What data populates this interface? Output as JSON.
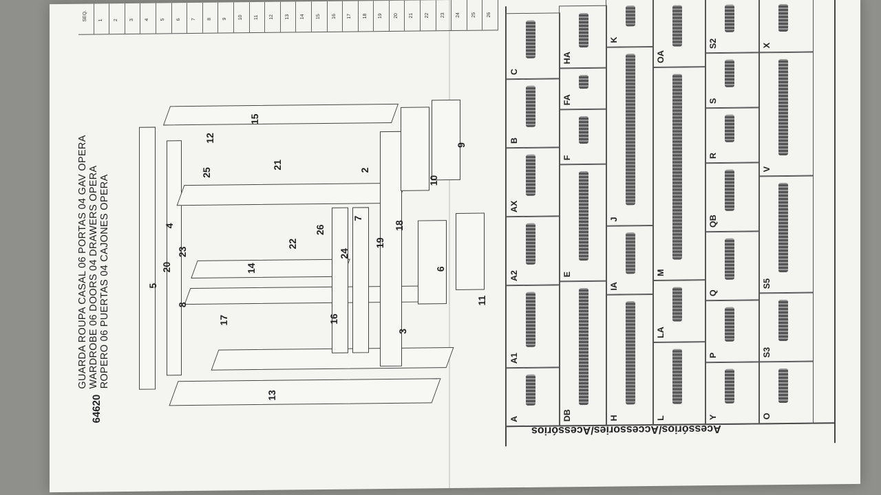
{
  "header": {
    "code": "64620",
    "title_lines": [
      "GUARDA ROUPA CASAL 06 PORTAS 04 GAV OPERA",
      "WARDROBE 06 DOORS 04 DRAWERS OPERA",
      "ROPERO 06 PUERTAS 04 CAJONES OPERA"
    ]
  },
  "seq_table": {
    "label": "SEQ.",
    "numbers": [
      "1",
      "2",
      "3",
      "4",
      "5",
      "6",
      "7",
      "8",
      "9",
      "10",
      "11",
      "12",
      "13",
      "14",
      "15",
      "16",
      "17",
      "18",
      "19",
      "20",
      "21",
      "22",
      "23",
      "24",
      "25",
      "26"
    ]
  },
  "diagram": {
    "part_numbers": [
      "2",
      "3",
      "4",
      "5",
      "6",
      "7",
      "8",
      "9",
      "10",
      "11",
      "12",
      "13",
      "14",
      "15",
      "16",
      "17",
      "18",
      "19",
      "20",
      "21",
      "22",
      "23",
      "24",
      "25",
      "26"
    ]
  },
  "accessories": {
    "title": "Acessórios/Accessories/Acessórios",
    "items": [
      "A",
      "A1",
      "A2",
      "AX",
      "B",
      "C",
      "DB",
      "E",
      "F",
      "FA",
      "HA",
      "H",
      "IA",
      "J",
      "K",
      "L",
      "LA",
      "M",
      "O",
      "OA",
      "P",
      "Q",
      "QB",
      "R",
      "S",
      "S2",
      "S3",
      "S5",
      "V",
      "X",
      "Y"
    ]
  },
  "colors": {
    "paper": "#f4f4f1",
    "ink": "#333333",
    "background": "#8f8f8b"
  }
}
